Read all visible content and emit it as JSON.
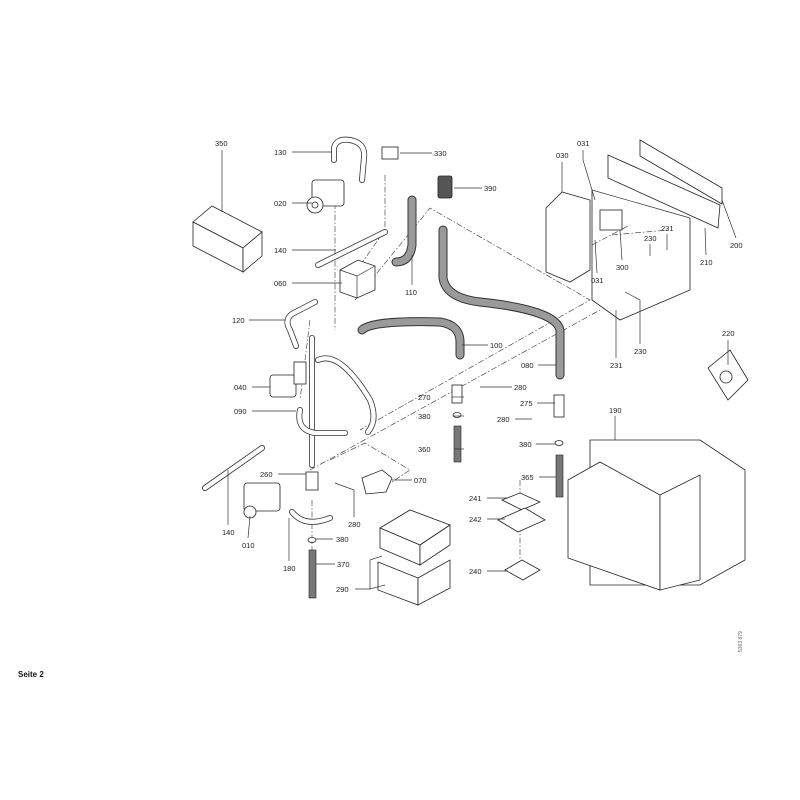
{
  "page_label": "Seite 2",
  "drawing_number": "5363 879",
  "callouts": [
    "350",
    "130",
    "330",
    "390",
    "020",
    "140",
    "060",
    "110",
    "120",
    "100",
    "080",
    "040",
    "270",
    "280",
    "275",
    "090",
    "380",
    "280",
    "380",
    "360",
    "365",
    "260",
    "070",
    "241",
    "242",
    "140",
    "010",
    "280",
    "380",
    "180",
    "370",
    "290",
    "240",
    "190",
    "030",
    "031",
    "231",
    "230",
    "200",
    "210",
    "300",
    "031",
    "231",
    "230",
    "220"
  ]
}
